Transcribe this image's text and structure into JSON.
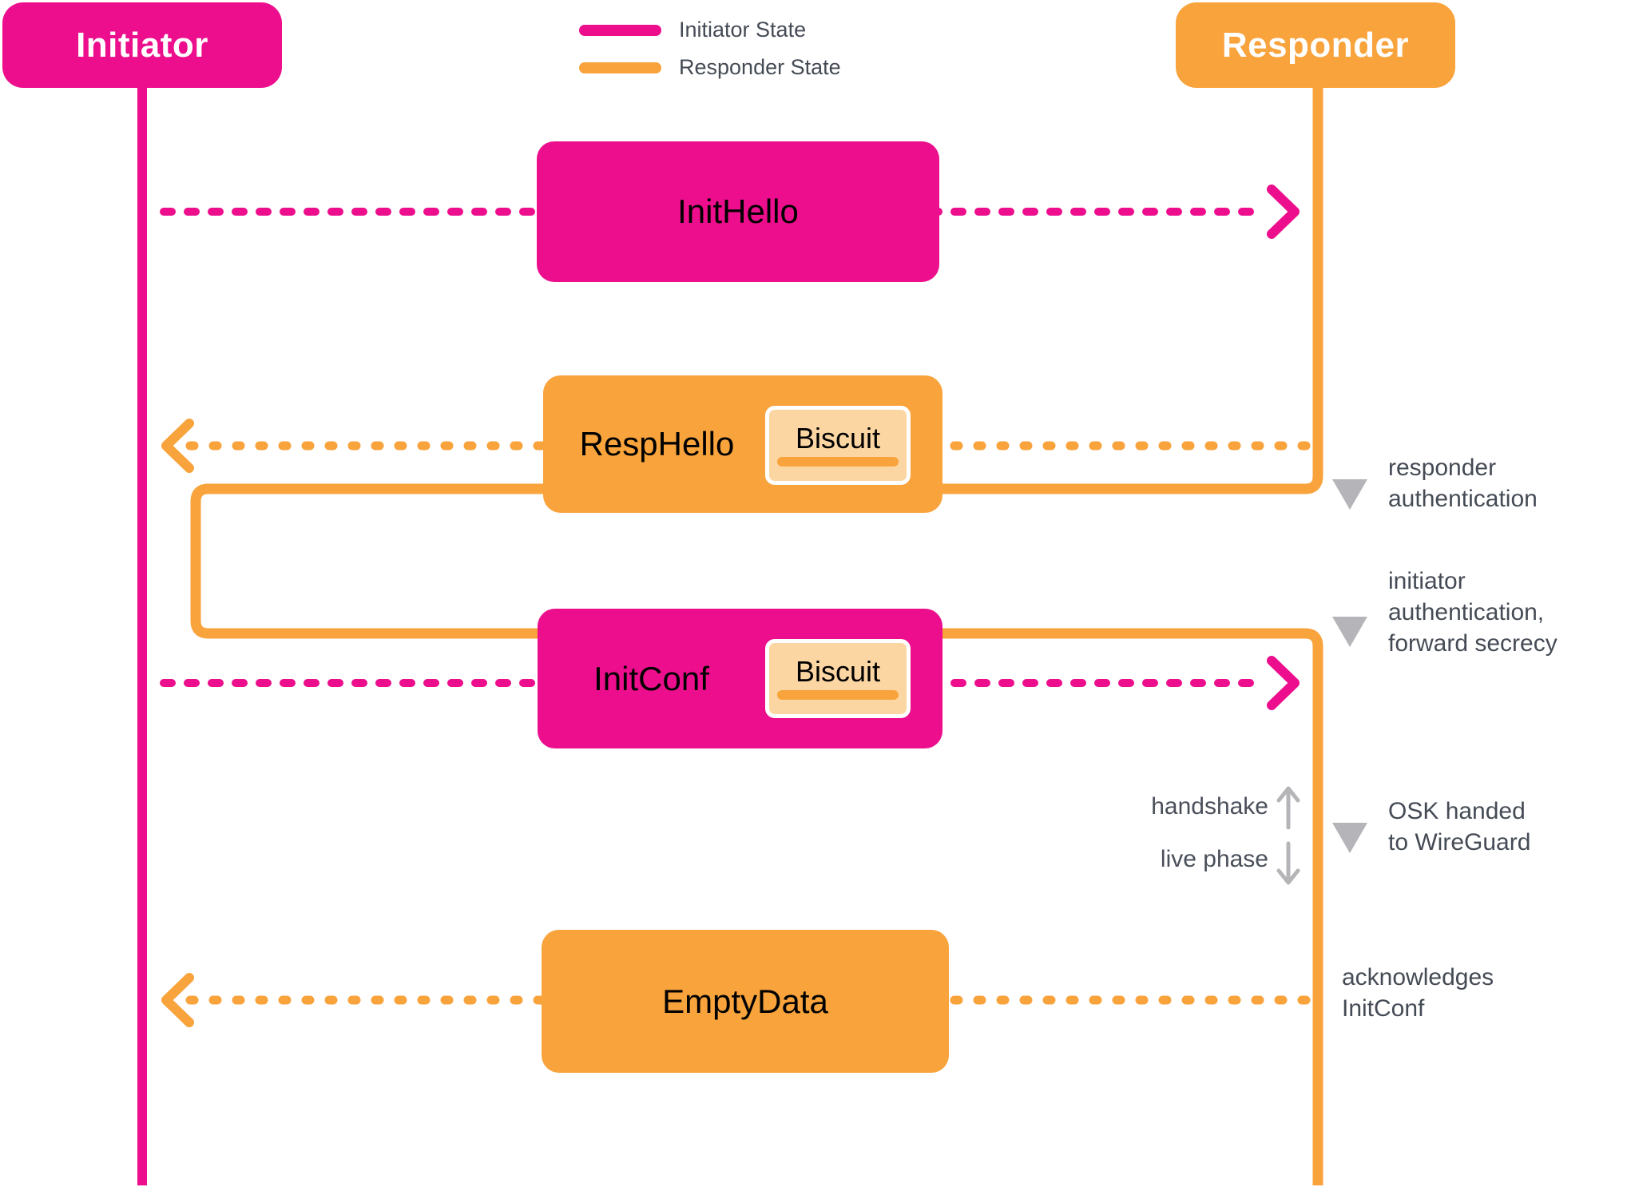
{
  "actors": {
    "initiator": {
      "label": "Initiator"
    },
    "responder": {
      "label": "Responder"
    }
  },
  "legend": {
    "initiator_state": {
      "label": "Initiator State",
      "color": "#EC0E8C"
    },
    "responder_state": {
      "label": "Responder State",
      "color": "#F8A33C"
    }
  },
  "messages": {
    "inithello": {
      "label": "InitHello",
      "direction": "initiator-to-responder"
    },
    "resphello": {
      "label": "RespHello",
      "biscuit_label": "Biscuit",
      "direction": "responder-to-initiator"
    },
    "initconf": {
      "label": "InitConf",
      "biscuit_label": "Biscuit",
      "direction": "initiator-to-responder"
    },
    "emptydata": {
      "label": "EmptyData",
      "direction": "responder-to-initiator"
    }
  },
  "annotations": {
    "responder_auth": {
      "line1": "responder",
      "line2": "authentication"
    },
    "initiator_auth": {
      "line1": "initiator",
      "line2": "authentication,",
      "line3": "forward secrecy"
    },
    "phase_divider": {
      "above": "handshake",
      "below": "live phase"
    },
    "osk": {
      "line1": "OSK handed",
      "line2": "to WireGuard"
    },
    "ack": {
      "line1": "acknowledges",
      "line2": "InitConf"
    }
  },
  "colors": {
    "pink": "#EC0E8C",
    "orange": "#F8A33C",
    "biscuit_fill": "#FCD6A2",
    "annotation_text": "#454B55",
    "annotation_gray": "#B5B5B9"
  }
}
